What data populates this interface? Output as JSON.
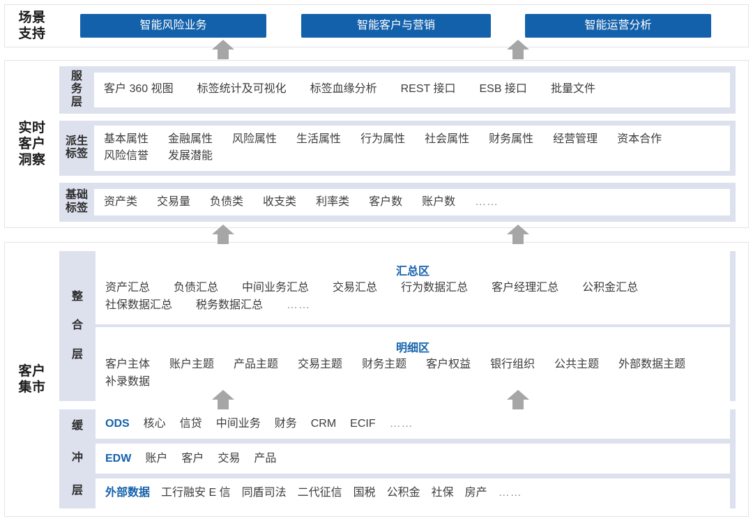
{
  "scene": {
    "label_lines": [
      "场景",
      "支持"
    ],
    "buttons": [
      {
        "label": "智能风险业务"
      },
      {
        "label": "智能客户与营销"
      },
      {
        "label": "智能运营分析"
      }
    ]
  },
  "insight": {
    "label_lines": [
      "实时",
      "客户",
      "洞察"
    ],
    "rows": [
      {
        "label_lines": [
          "服",
          "务",
          "层"
        ],
        "items": [
          "客户 360 视图",
          "标签统计及可视化",
          "标签血缘分析",
          "REST 接口",
          "ESB 接口",
          "批量文件"
        ]
      },
      {
        "label_lines": [
          "派生",
          "标签"
        ],
        "items": [
          "基本属性",
          "金融属性",
          "风险属性",
          "生活属性",
          "行为属性",
          "社会属性",
          "财务属性",
          "经营管理",
          "资本合作",
          "风险信誉",
          "发展潜能"
        ]
      },
      {
        "label_lines": [
          "基础",
          "标签"
        ],
        "items": [
          "资产类",
          "交易量",
          "负债类",
          "收支类",
          "利率类",
          "客户数",
          "账户数",
          "……"
        ]
      }
    ]
  },
  "mart": {
    "label_lines": [
      "客户",
      "集市"
    ],
    "integration": {
      "label_lines": [
        "整",
        "合",
        "层"
      ],
      "summary": {
        "title": "汇总区",
        "items": [
          "资产汇总",
          "负债汇总",
          "中间业务汇总",
          "交易汇总",
          "行为数据汇总",
          "客户经理汇总",
          "公积金汇总",
          "社保数据汇总",
          "税务数据汇总",
          "……"
        ]
      },
      "detail": {
        "title": "明细区",
        "items": [
          "客户主体",
          "账户主题",
          "产品主题",
          "交易主题",
          "财务主题",
          "客户权益",
          "银行组织",
          "公共主题",
          "外部数据主题",
          "补录数据"
        ]
      }
    },
    "buffer": {
      "label_lines": [
        "缓",
        "冲",
        "层"
      ],
      "rows": [
        {
          "head": "ODS",
          "items": [
            "核心",
            "信贷",
            "中间业务",
            "财务",
            "CRM",
            "ECIF",
            "……"
          ]
        },
        {
          "head": "EDW",
          "items": [
            "账户",
            "客户",
            "交易",
            "产品"
          ]
        },
        {
          "head": "外部数据",
          "items": [
            "工行融安 E 信",
            "同盾司法",
            "二代征信",
            "国税",
            "公积金",
            "社保",
            "房产",
            "……"
          ]
        }
      ]
    }
  },
  "colors": {
    "button_blue": "#1461ab",
    "accent_blue": "#1461ab",
    "group_bg": "#dde1ee",
    "arrow_gray": "#a6a6a6",
    "panel_border": "#e3e3e3"
  },
  "icons": {
    "arrow": "up-arrow-icon"
  }
}
